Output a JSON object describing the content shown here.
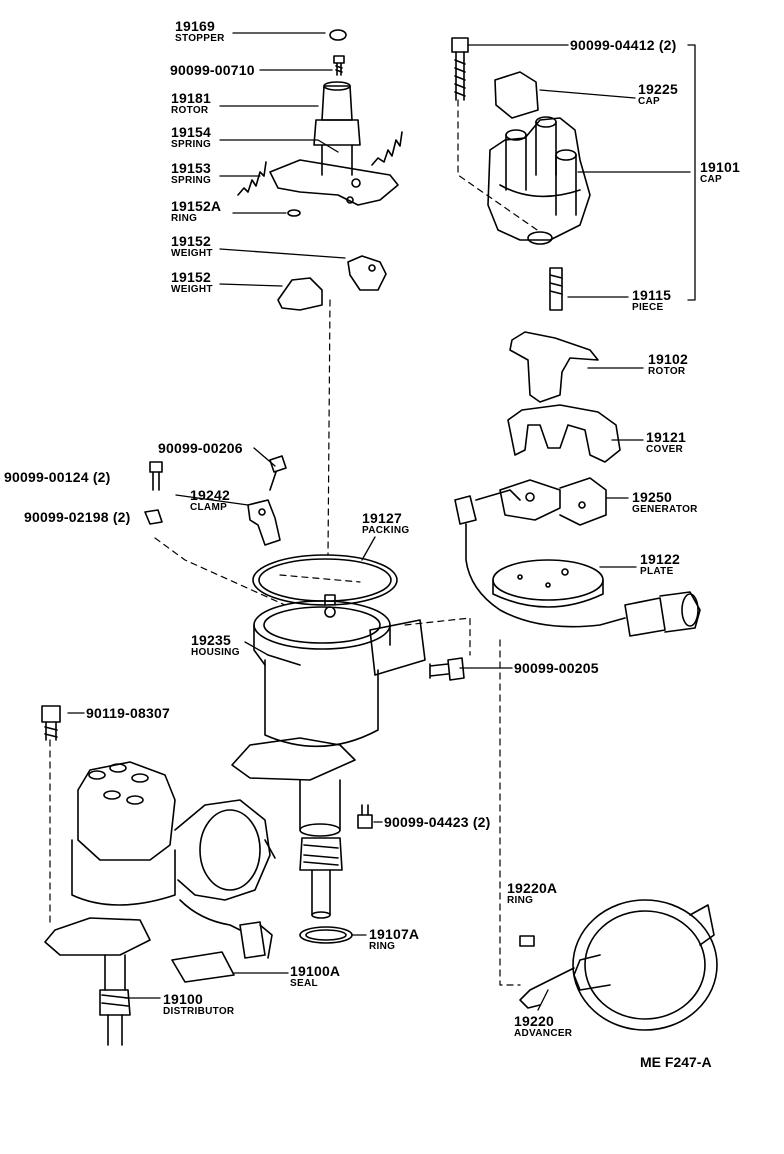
{
  "callouts": [
    {
      "id": "c-19169",
      "part_no": "19169",
      "name": "STOPPER"
    },
    {
      "id": "c-90099-00710",
      "part_no": "90099-00710",
      "name": ""
    },
    {
      "id": "c-19181",
      "part_no": "19181",
      "name": "ROTOR"
    },
    {
      "id": "c-19154",
      "part_no": "19154",
      "name": "SPRING"
    },
    {
      "id": "c-19153",
      "part_no": "19153",
      "name": "SPRING"
    },
    {
      "id": "c-19152A",
      "part_no": "19152A",
      "name": "RING"
    },
    {
      "id": "c-19152-a",
      "part_no": "19152",
      "name": "WEIGHT"
    },
    {
      "id": "c-19152-b",
      "part_no": "19152",
      "name": "WEIGHT"
    },
    {
      "id": "c-90099-04412",
      "part_no": "90099-04412 (2)",
      "name": ""
    },
    {
      "id": "c-19225",
      "part_no": "19225",
      "name": "CAP"
    },
    {
      "id": "c-19101",
      "part_no": "19101",
      "name": "CAP"
    },
    {
      "id": "c-19115",
      "part_no": "19115",
      "name": "PIECE"
    },
    {
      "id": "c-19102",
      "part_no": "19102",
      "name": "ROTOR"
    },
    {
      "id": "c-19121",
      "part_no": "19121",
      "name": "COVER"
    },
    {
      "id": "c-19250",
      "part_no": "19250",
      "name": "GENERATOR"
    },
    {
      "id": "c-19122",
      "part_no": "19122",
      "name": "PLATE"
    },
    {
      "id": "c-90099-00206",
      "part_no": "90099-00206",
      "name": ""
    },
    {
      "id": "c-90099-00124",
      "part_no": "90099-00124 (2)",
      "name": ""
    },
    {
      "id": "c-19242",
      "part_no": "19242",
      "name": "CLAMP"
    },
    {
      "id": "c-90099-02198",
      "part_no": "90099-02198 (2)",
      "name": ""
    },
    {
      "id": "c-19127",
      "part_no": "19127",
      "name": "PACKING"
    },
    {
      "id": "c-19235",
      "part_no": "19235",
      "name": "HOUSING"
    },
    {
      "id": "c-90099-00205",
      "part_no": "90099-00205",
      "name": ""
    },
    {
      "id": "c-90119-08307",
      "part_no": "90119-08307",
      "name": ""
    },
    {
      "id": "c-90099-04423",
      "part_no": "90099-04423 (2)",
      "name": ""
    },
    {
      "id": "c-19220A",
      "part_no": "19220A",
      "name": "RING"
    },
    {
      "id": "c-19107A",
      "part_no": "19107A",
      "name": "RING"
    },
    {
      "id": "c-19100A",
      "part_no": "19100A",
      "name": "SEAL"
    },
    {
      "id": "c-19100",
      "part_no": "19100",
      "name": "DISTRIBUTOR"
    },
    {
      "id": "c-19220",
      "part_no": "19220",
      "name": "ADVANCER"
    }
  ],
  "figure_ref": "ME F247-A"
}
